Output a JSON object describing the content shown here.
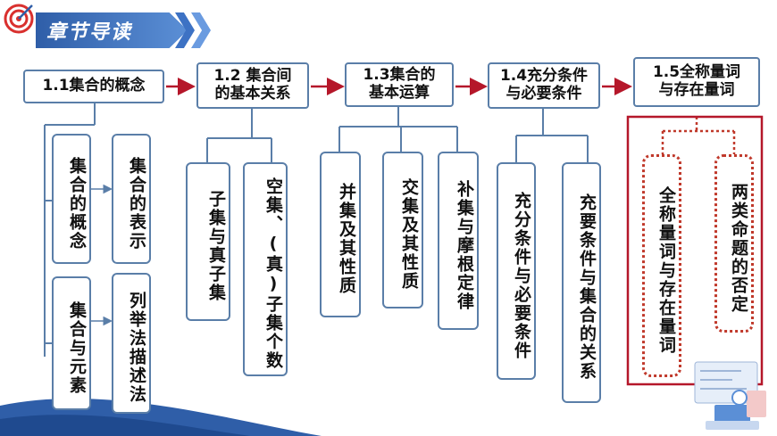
{
  "header": {
    "title": "章节导读"
  },
  "sections": [
    {
      "label": "1.1集合的概念"
    },
    {
      "label": "1.2 集合间\n的基本关系"
    },
    {
      "label": "1.3集合的\n基本运算"
    },
    {
      "label": "1.4充分条件\n与必要条件"
    },
    {
      "label": "1.5全称量词\n与存在量词"
    }
  ],
  "subtopics": {
    "s1": [
      "集合的概念",
      "集合的表示",
      "集合与元素",
      "列举法描述法"
    ],
    "s2": [
      "子集与真子集",
      "空集、(真)子集个数"
    ],
    "s3": [
      "并集及其性质",
      "交集及其性质",
      "补集与摩根定律"
    ],
    "s4": [
      "充分条件与必要条件",
      "充要条件与集合的关系"
    ],
    "s5": [
      "全称量词与存在量词",
      "两类命题的否定"
    ]
  },
  "colors": {
    "accent_red": "#c0392b",
    "box_border": "#5a7ea8",
    "banner_blue": "#2f5ea8"
  },
  "icons": [
    "target-icon",
    "chevron-right-icon",
    "math-decoration-icon"
  ]
}
